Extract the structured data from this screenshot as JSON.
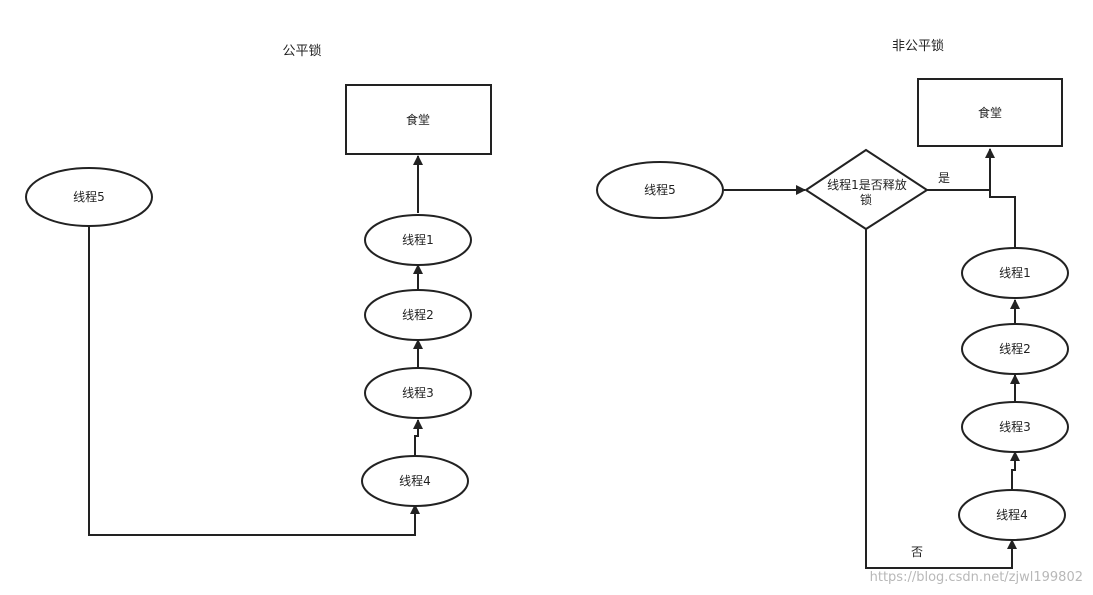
{
  "fair_lock": {
    "title": "公平锁",
    "canteen": "食堂",
    "thread1": "线程1",
    "thread2": "线程2",
    "thread3": "线程3",
    "thread4": "线程4",
    "thread5": "线程5"
  },
  "unfair_lock": {
    "title": "非公平锁",
    "canteen": "食堂",
    "decision_line1": "线程1是否释放",
    "decision_line2": "锁",
    "yes_label": "是",
    "no_label": "否",
    "thread1": "线程1",
    "thread2": "线程2",
    "thread3": "线程3",
    "thread4": "线程4",
    "thread5": "线程5"
  },
  "watermark": "https://blog.csdn.net/zjwl199802"
}
